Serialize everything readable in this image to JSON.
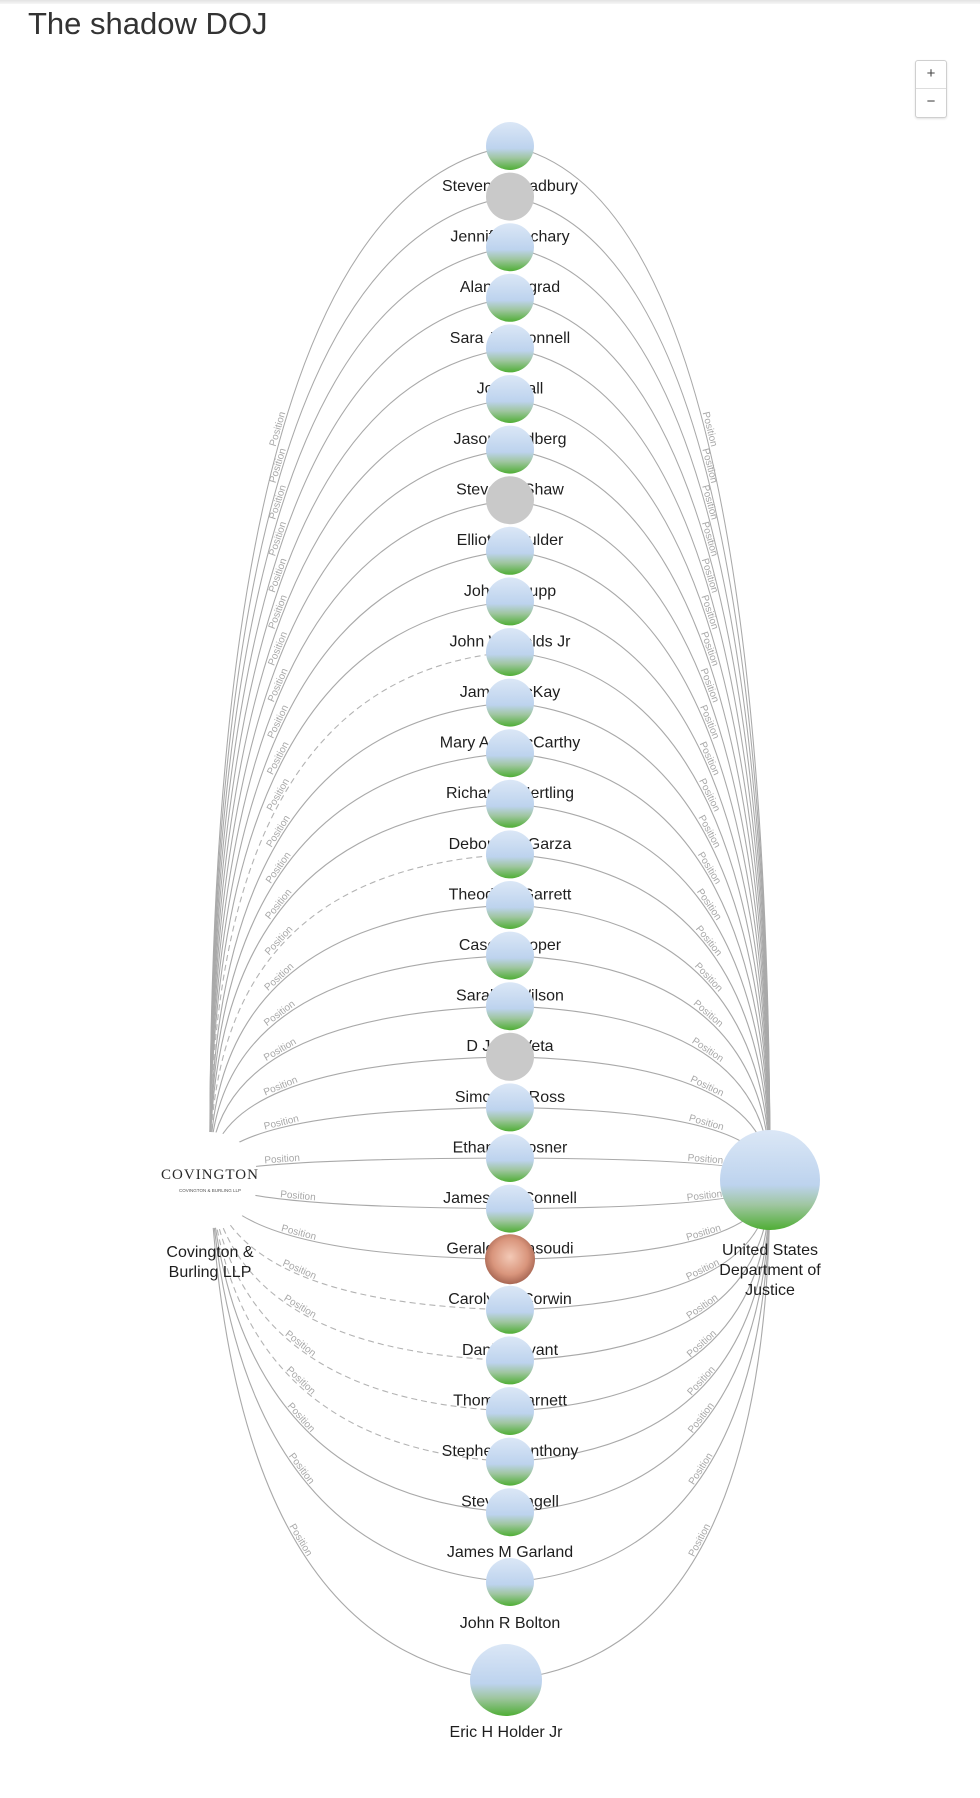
{
  "title": "The shadow DOJ",
  "zoom": {
    "in_label": "+",
    "out_label": "−"
  },
  "organizations": [
    {
      "id": "cov",
      "lines": [
        "Covington &",
        "Burling LLP"
      ],
      "logo_text": "COVINGTON",
      "logo_subtext": "COVINGTON & BURLING LLP"
    },
    {
      "id": "doj",
      "lines": [
        "United States",
        "Department of",
        "Justice"
      ]
    }
  ],
  "edge_label": "Position",
  "people": [
    {
      "name": "Steven G Bradbury",
      "photo": "sky"
    },
    {
      "name": "Jennifer Zachary",
      "photo": "gray"
    },
    {
      "name": "Alan Vinegrad",
      "photo": "sky"
    },
    {
      "name": "Sara J O'Connell",
      "photo": "sky"
    },
    {
      "name": "John Hall",
      "photo": "sky"
    },
    {
      "name": "Jason Goldberg",
      "photo": "sky"
    },
    {
      "name": "Steven A Shaw",
      "photo": "sky"
    },
    {
      "name": "Elliott Schulder",
      "photo": "gray"
    },
    {
      "name": "John P Rupp",
      "photo": "sky"
    },
    {
      "name": "John W Nields Jr",
      "photo": "sky"
    },
    {
      "name": "James McKay",
      "photo": "sky"
    },
    {
      "name": "Mary Ann McCarthy",
      "photo": "sky"
    },
    {
      "name": "Richard A Hertling",
      "photo": "sky"
    },
    {
      "name": "Deborah A Garza",
      "photo": "sky"
    },
    {
      "name": "Theodore Garrett",
      "photo": "sky"
    },
    {
      "name": "Casey Cooper",
      "photo": "sky"
    },
    {
      "name": "Sarah L Wilson",
      "photo": "sky"
    },
    {
      "name": "D Jean Veta",
      "photo": "sky"
    },
    {
      "name": "Simone E Ross",
      "photo": "gray"
    },
    {
      "name": "Ethan M Posner",
      "photo": "sky"
    },
    {
      "name": "James J O'Connell",
      "photo": "sky"
    },
    {
      "name": "Gerald F Masoudi",
      "photo": "sky"
    },
    {
      "name": "Carolyn F Corwin",
      "photo": "face"
    },
    {
      "name": "Daniel Bryant",
      "photo": "sky"
    },
    {
      "name": "Thomas Barnett",
      "photo": "sky"
    },
    {
      "name": "Stephen P Anthony",
      "photo": "sky"
    },
    {
      "name": "Steven Fagell",
      "photo": "sky"
    },
    {
      "name": "James M Garland",
      "photo": "sky"
    },
    {
      "name": "John R Bolton",
      "photo": "sky"
    },
    {
      "name": "Eric H Holder Jr",
      "photo": "sky"
    }
  ],
  "colors": {
    "edge": "#a9a9a9",
    "label": "#a8a8a8",
    "sky": "#c3d8f0",
    "grass": "#58b23c",
    "gray": "#c9c9c9"
  }
}
